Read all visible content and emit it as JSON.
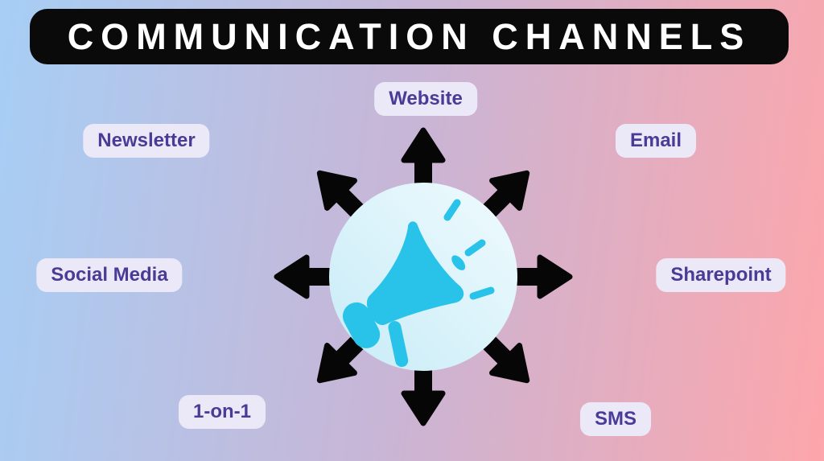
{
  "title": "COMMUNICATION CHANNELS",
  "diagram": {
    "type": "hub-and-spoke",
    "hub_icon": "megaphone-icon",
    "spoke_count": 8
  },
  "labels": [
    {
      "id": "website",
      "text": "Website"
    },
    {
      "id": "newsletter",
      "text": "Newsletter"
    },
    {
      "id": "email",
      "text": "Email"
    },
    {
      "id": "social-media",
      "text": "Social Media"
    },
    {
      "id": "sharepoint",
      "text": "Sharepoint"
    },
    {
      "id": "1-on-1",
      "text": "1-on-1"
    },
    {
      "id": "sms",
      "text": "SMS"
    }
  ],
  "colors": {
    "background_left": "#a7cef5",
    "background_right": "#fda6ab",
    "banner_background": "#0a0a0a",
    "title_text": "#ffffff",
    "pill_background": "#ebe9f8",
    "pill_text": "#4a3c96",
    "arrow": "#060606",
    "hub_circle_fill": "#d9f2fa",
    "megaphone": "#29c3e9"
  }
}
